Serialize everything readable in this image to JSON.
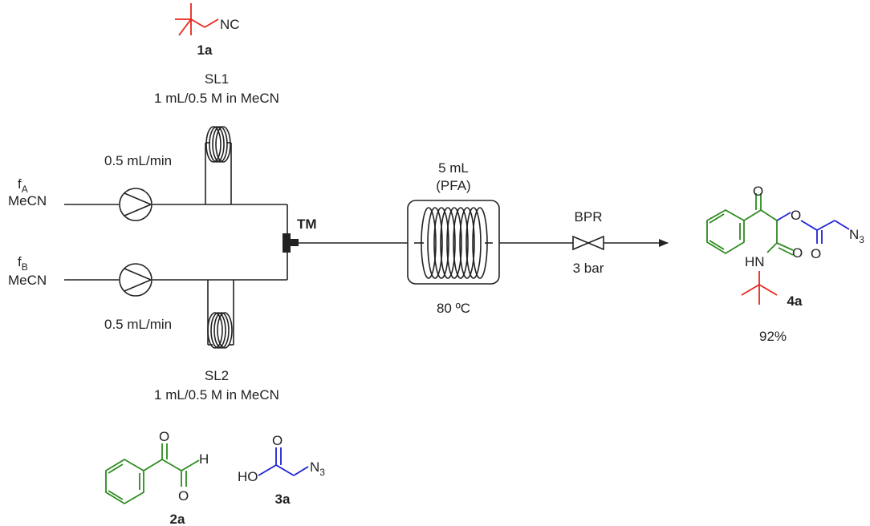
{
  "colors": {
    "black": "#222222",
    "red": "#e8261c",
    "green": "#2e8b20",
    "blue": "#1e22d6"
  },
  "reagents": {
    "isocyanide": {
      "group": "NC",
      "label": "1a"
    },
    "glyoxal": {
      "label": "2a",
      "atoms": [
        "O",
        "O",
        "H"
      ]
    },
    "azidoacid": {
      "label": "3a",
      "atoms": [
        "O",
        "HO",
        "N",
        "3"
      ]
    }
  },
  "loops": {
    "sl1": {
      "name": "SL1",
      "detail": "1 mL/0.5 M in MeCN"
    },
    "sl2": {
      "name": "SL2",
      "detail": "1 mL/0.5 M in MeCN"
    }
  },
  "streams": {
    "a": {
      "f": "f",
      "sub": "A",
      "solvent": "MeCN",
      "rate": "0.5 mL/min"
    },
    "b": {
      "f": "f",
      "sub": "B",
      "solvent": "MeCN",
      "rate": "0.5 mL/min"
    }
  },
  "mixer": {
    "label": "TM"
  },
  "reactor": {
    "volume": "5 mL",
    "material": "(PFA)",
    "temperature": "80 ºC"
  },
  "bpr": {
    "label": "BPR",
    "pressure": "3 bar"
  },
  "product": {
    "label": "4a",
    "yield": "92%",
    "atoms": [
      "O",
      "O",
      "O",
      "N",
      "3",
      "HN",
      "O"
    ]
  }
}
